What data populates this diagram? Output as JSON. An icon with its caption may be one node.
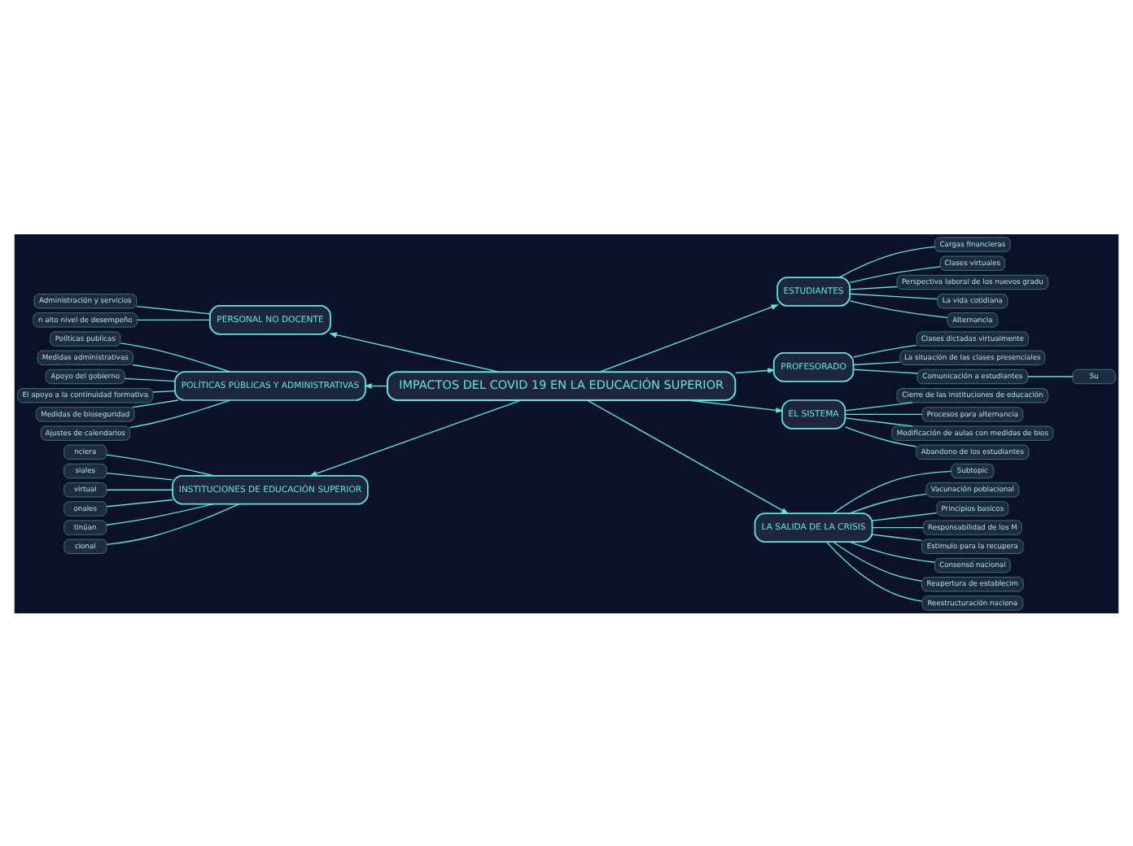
{
  "diagram": {
    "nodes": [
      {
        "text": [
          "IMPACTOS DEL COVID 19 EN LA EDUCACIÓN SUPERIOR"
        ]
      },
      {
        "text": [
          "PERSONAL NO DOCENTE"
        ]
      },
      {
        "text": [
          "Administración y servicios"
        ]
      },
      {
        "text": [
          "n alto nivel de desempeño"
        ]
      },
      {
        "text": [
          "POLÍTICAS PÚBLICAS Y ADMINISTRATIVAS"
        ]
      },
      {
        "text": [
          "Políticas publicas"
        ]
      },
      {
        "text": [
          "Medidas administrativas"
        ]
      },
      {
        "text": [
          "Apoyo del gobierno"
        ]
      },
      {
        "text": [
          "El apoyo a la continuidad formativa"
        ]
      },
      {
        "text": [
          "Medidas de bioseguridad"
        ]
      },
      {
        "text": [
          "Ajustes de calendarios"
        ]
      },
      {
        "text": [
          "INSTITUCIONES DE EDUCACIÓN SUPERIOR"
        ]
      },
      {
        "text": [
          "nciera"
        ]
      },
      {
        "text": [
          "siales"
        ]
      },
      {
        "text": [
          "virtual"
        ]
      },
      {
        "text": [
          "onales"
        ]
      },
      {
        "text": [
          "tinúan"
        ]
      },
      {
        "text": [
          "cional"
        ]
      },
      {
        "text": [
          "ESTUDIANTES"
        ]
      },
      {
        "text": [
          "Cargas financieras"
        ]
      },
      {
        "text": [
          "Clases virtuales"
        ]
      },
      {
        "text": [
          "Perspectiva laboral de los nuevos gradu"
        ]
      },
      {
        "text": [
          "La vida cotidiana"
        ]
      },
      {
        "text": [
          "Alternancia"
        ]
      },
      {
        "text": [
          "PROFESORADO"
        ]
      },
      {
        "text": [
          "Clases dictadas virtualmente"
        ]
      },
      {
        "text": [
          "La situación de las clases presenciales"
        ]
      },
      {
        "text": [
          "Comunicación a estudiantes"
        ]
      },
      {
        "text": [
          "Su"
        ]
      },
      {
        "text": [
          "EL SISTEMA"
        ]
      },
      {
        "text": [
          "Cierre de las instituciones de educación"
        ]
      },
      {
        "text": [
          "Procesos para alternancia"
        ]
      },
      {
        "text": [
          "Modificación de aulas con medidas de bios"
        ]
      },
      {
        "text": [
          "Abandono de los estudiantes"
        ]
      },
      {
        "text": [
          "LA SALIDA DE LA CRISIS"
        ]
      },
      {
        "text": [
          "Subtopic"
        ]
      },
      {
        "text": [
          "Vacunación poblacional"
        ]
      },
      {
        "text": [
          "Principios basicos"
        ]
      },
      {
        "text": [
          "Responsabilidad de los M"
        ]
      },
      {
        "text": [
          "Estimulo para la recupera"
        ]
      },
      {
        "text": [
          "Consensó nacional"
        ]
      },
      {
        "text": [
          "Reapertura de establecim"
        ]
      },
      {
        "text": [
          "Reestructuración naciona"
        ]
      }
    ],
    "edges": [
      {
        "from": 0,
        "to": 1,
        "arrow": "to"
      },
      {
        "from": 0,
        "to": 4,
        "arrow": "to"
      },
      {
        "from": 0,
        "to": 11,
        "arrow": "to"
      },
      {
        "from": 0,
        "to": 18,
        "arrow": "to"
      },
      {
        "from": 0,
        "to": 24,
        "arrow": "to"
      },
      {
        "from": 0,
        "to": 29,
        "arrow": "to"
      },
      {
        "from": 0,
        "to": 34,
        "arrow": "to"
      },
      {
        "from": 1,
        "to": 2,
        "arrow": "none"
      },
      {
        "from": 1,
        "to": 3,
        "arrow": "none"
      },
      {
        "from": 4,
        "to": 5,
        "arrow": "none"
      },
      {
        "from": 4,
        "to": 6,
        "arrow": "none"
      },
      {
        "from": 4,
        "to": 7,
        "arrow": "none"
      },
      {
        "from": 4,
        "to": 8,
        "arrow": "none"
      },
      {
        "from": 4,
        "to": 9,
        "arrow": "none"
      },
      {
        "from": 4,
        "to": 10,
        "arrow": "none"
      },
      {
        "from": 11,
        "to": 12,
        "arrow": "none"
      },
      {
        "from": 11,
        "to": 13,
        "arrow": "none"
      },
      {
        "from": 11,
        "to": 14,
        "arrow": "none"
      },
      {
        "from": 11,
        "to": 15,
        "arrow": "none"
      },
      {
        "from": 11,
        "to": 16,
        "arrow": "none"
      },
      {
        "from": 11,
        "to": 17,
        "arrow": "none"
      },
      {
        "from": 18,
        "to": 19,
        "arrow": "none"
      },
      {
        "from": 18,
        "to": 20,
        "arrow": "none"
      },
      {
        "from": 18,
        "to": 21,
        "arrow": "none"
      },
      {
        "from": 18,
        "to": 22,
        "arrow": "none"
      },
      {
        "from": 18,
        "to": 23,
        "arrow": "none"
      },
      {
        "from": 24,
        "to": 25,
        "arrow": "none"
      },
      {
        "from": 24,
        "to": 26,
        "arrow": "none"
      },
      {
        "from": 24,
        "to": 27,
        "arrow": "none"
      },
      {
        "from": 27,
        "to": 28,
        "arrow": "none"
      },
      {
        "from": 29,
        "to": 30,
        "arrow": "none"
      },
      {
        "from": 29,
        "to": 31,
        "arrow": "none"
      },
      {
        "from": 29,
        "to": 32,
        "arrow": "none"
      },
      {
        "from": 29,
        "to": 33,
        "arrow": "none"
      },
      {
        "from": 34,
        "to": 35,
        "arrow": "none"
      },
      {
        "from": 34,
        "to": 36,
        "arrow": "none"
      },
      {
        "from": 34,
        "to": 37,
        "arrow": "none"
      },
      {
        "from": 34,
        "to": 38,
        "arrow": "none"
      },
      {
        "from": 34,
        "to": 39,
        "arrow": "none"
      },
      {
        "from": 34,
        "to": 40,
        "arrow": "none"
      },
      {
        "from": 34,
        "to": 41,
        "arrow": "none"
      },
      {
        "from": 34,
        "to": 42,
        "arrow": "none"
      }
    ]
  }
}
